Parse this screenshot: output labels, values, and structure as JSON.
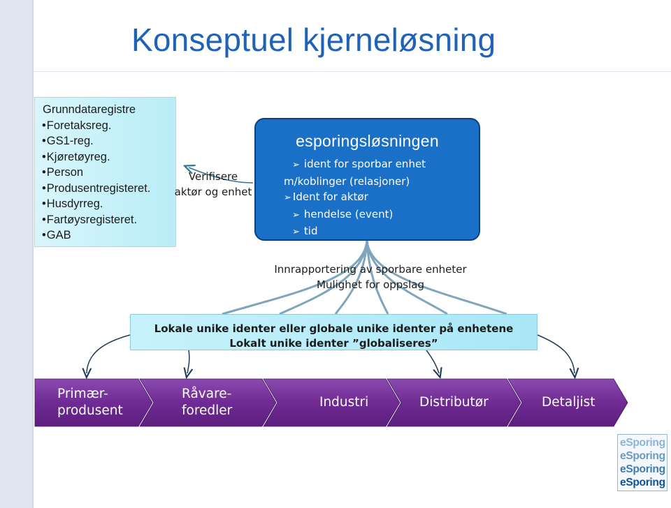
{
  "title": "Konseptuel kjerneløsning",
  "grunndata": {
    "heading": "Grunndataregistre",
    "items": [
      "Foretaksreg.",
      "GS1-reg.",
      "Kjøretøyreg.",
      "Person",
      "Produsentregisteret.",
      "Husdyrreg.",
      "Fartøysregisteret.",
      "GAB"
    ]
  },
  "verify_label": {
    "line1": "Verifisere",
    "line2": "aktør og enhet"
  },
  "esporing": {
    "title": "esporingsløsningen",
    "items": [
      "ident for sporbar enhet",
      "m/koblinger (relasjoner)",
      "Ident for aktør",
      "hendelse (event)",
      "tid"
    ]
  },
  "innrapportering": {
    "line1": "Innrapportering av sporbare enheter",
    "line2": "Mulighet for oppslag"
  },
  "lokale": {
    "line1": "Lokale unike identer eller globale unike identer på enhetene",
    "line2": "Lokalt unike identer ”globaliseres”"
  },
  "chain": [
    {
      "line1": "Primær-",
      "line2": "produsent"
    },
    {
      "line1": "Råvare-",
      "line2": "foredler"
    },
    {
      "line1": "Industri"
    },
    {
      "line1": "Distributør"
    },
    {
      "line1": "Detaljist"
    }
  ],
  "logo": [
    "eSporing",
    "eSporing",
    "eSporing",
    "eSporing"
  ],
  "colors": {
    "title": "#1f63b8",
    "esporing_box": "#1a6fc7",
    "chain": "#7a3a9c",
    "grunndata_box": "#c7f2fb"
  }
}
